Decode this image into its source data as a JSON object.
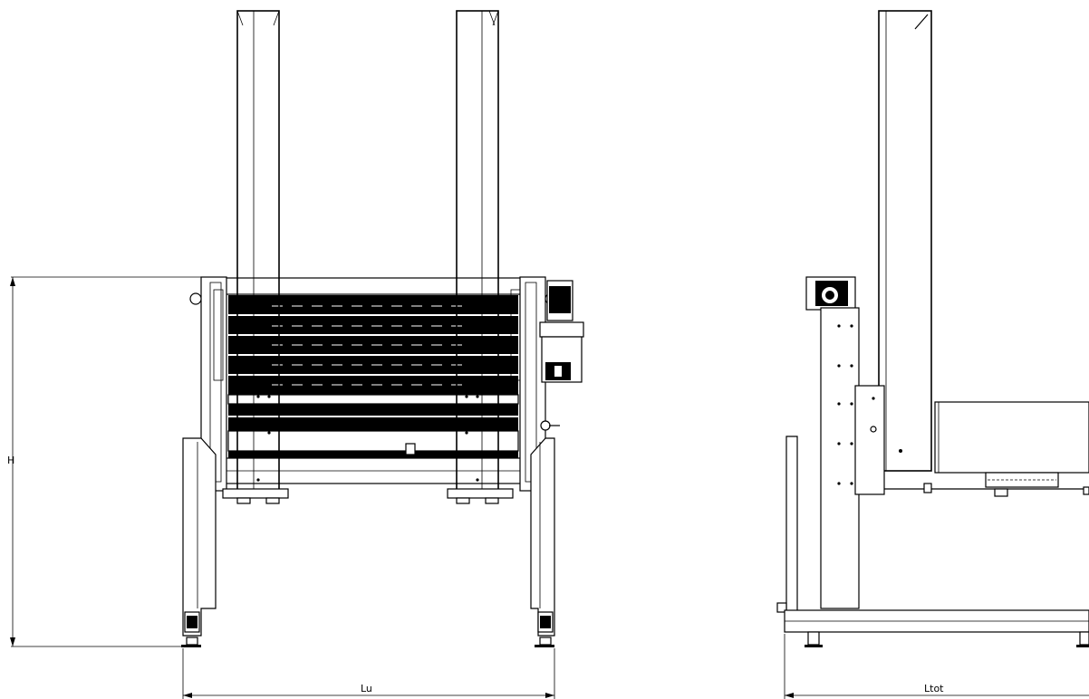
{
  "dimensions": {
    "height_label": "H",
    "useful_length_label": "Lu",
    "total_length_label": "Ltot"
  }
}
